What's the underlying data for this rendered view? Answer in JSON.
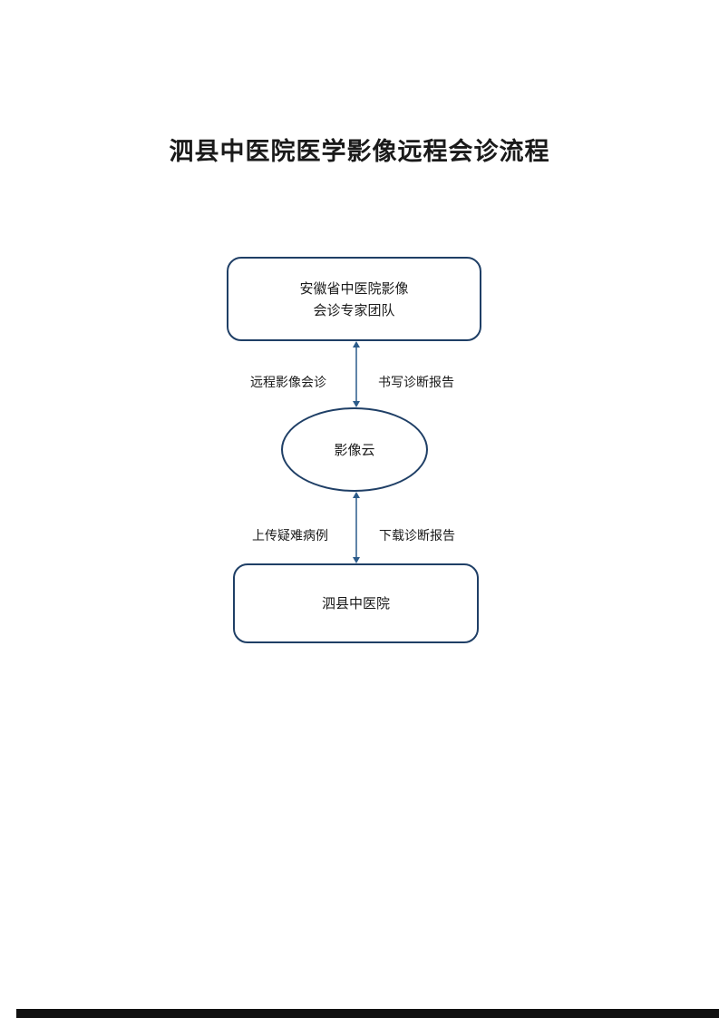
{
  "title": "泗县中医院医学影像远程会诊流程",
  "nodes": {
    "expert_team": {
      "line1": "安徽省中医院影像",
      "line2": "会诊专家团队"
    },
    "image_cloud": "影像云",
    "local_hospital": "泗县中医院"
  },
  "edges": {
    "upper_left": "远程影像会诊",
    "upper_right": "书写诊断报告",
    "lower_left": "上传疑难病例",
    "lower_right": "下载诊断报告"
  },
  "colors": {
    "node_border": "#1f3f66",
    "connector": "#2b5b8a"
  }
}
